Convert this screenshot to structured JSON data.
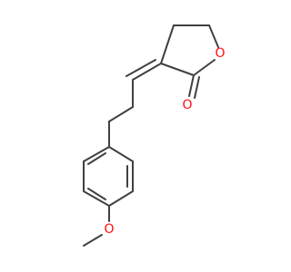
{
  "molecule": {
    "atoms": {
      "ring_oxygen": {
        "symbol": "O",
        "color": "#ff0d0d"
      },
      "carbonyl_oxygen": {
        "symbol": "O",
        "color": "#ff0d0d"
      },
      "methoxy_oxygen": {
        "symbol": "O",
        "color": "#ff0d0d"
      }
    },
    "bond_color": "#404040"
  }
}
